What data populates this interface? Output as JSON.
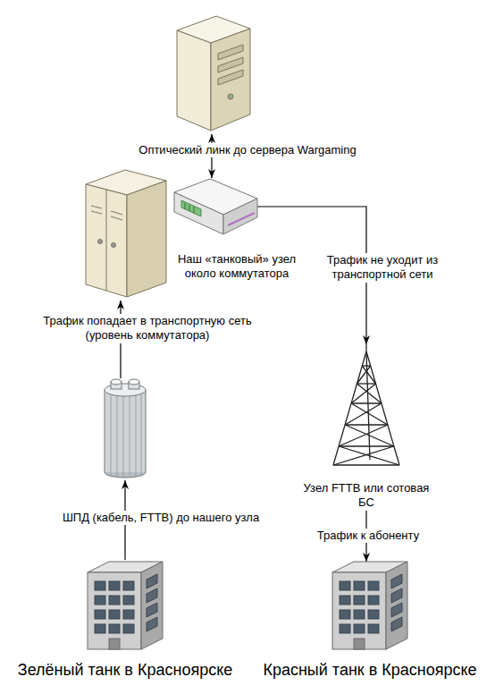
{
  "diagram": {
    "nodes": [
      {
        "text": [
          "Наш «танковый» узел около коммутатора"
        ]
      },
      {
        "text": [
          "Узел FTTB или сотовая БС"
        ]
      },
      {
        "text": [
          "Зелёный танк в Красноярске"
        ]
      },
      {
        "text": [
          "Красный танк в Красноярске"
        ]
      }
    ],
    "edges": [
      {
        "from": 0,
        "to": 1,
        "arrow": "to",
        "label": "Трафик не уходит из транспортной сети"
      },
      {
        "from": 1,
        "to": 3,
        "arrow": "to",
        "label": "Трафик к абоненту"
      }
    ],
    "labels": [
      "Оптический линк до сервера Wargaming",
      "Трафик попадает в транспортную сеть (уровень коммутатора)",
      "ШПД (кабель, FTTB) до нашего узла"
    ]
  }
}
